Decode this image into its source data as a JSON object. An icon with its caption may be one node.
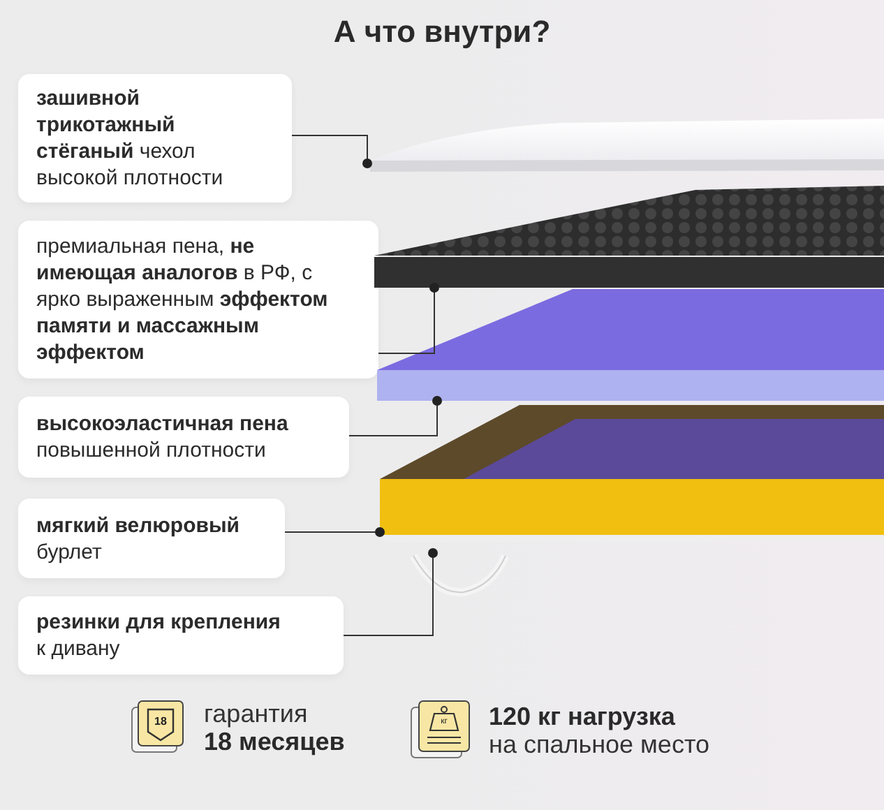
{
  "diagram": {
    "title": "А что внутри?",
    "nodes": [
      {
        "text": [
          "**зашивной трикотажный стёганый** чехол высокой плотности"
        ]
      },
      {
        "text": [
          "премиальная пена, **не имеющая аналогов** в РФ, с ярко выраженным **эффектом памяти и массажным эффектом**"
        ]
      },
      {
        "text": [
          "**высокоэластичная пена** повышенной плотности"
        ]
      },
      {
        "text": [
          "**мягкий велюровый** бурлет"
        ]
      },
      {
        "text": [
          "**резинки для крепления** к дивану"
        ]
      },
      {
        "text": [],
        "shape": "picture"
      },
      {
        "text": [],
        "shape": "picture"
      },
      {
        "text": [],
        "shape": "picture"
      },
      {
        "text": [],
        "shape": "picture"
      },
      {
        "text": [],
        "shape": "picture"
      }
    ],
    "edges": [
      {
        "from": 0,
        "to": 5,
        "arrow": "other"
      },
      {
        "from": 1,
        "to": 6,
        "arrow": "other"
      },
      {
        "from": 2,
        "to": 7,
        "arrow": "other"
      },
      {
        "from": 3,
        "to": 8,
        "arrow": "other"
      },
      {
        "from": 4,
        "to": 9,
        "arrow": "other"
      }
    ],
    "labels": [
      "18",
      "гарантия",
      "18 месяцев",
      "кг",
      "120 кг нагрузка",
      "на спальное место"
    ]
  }
}
